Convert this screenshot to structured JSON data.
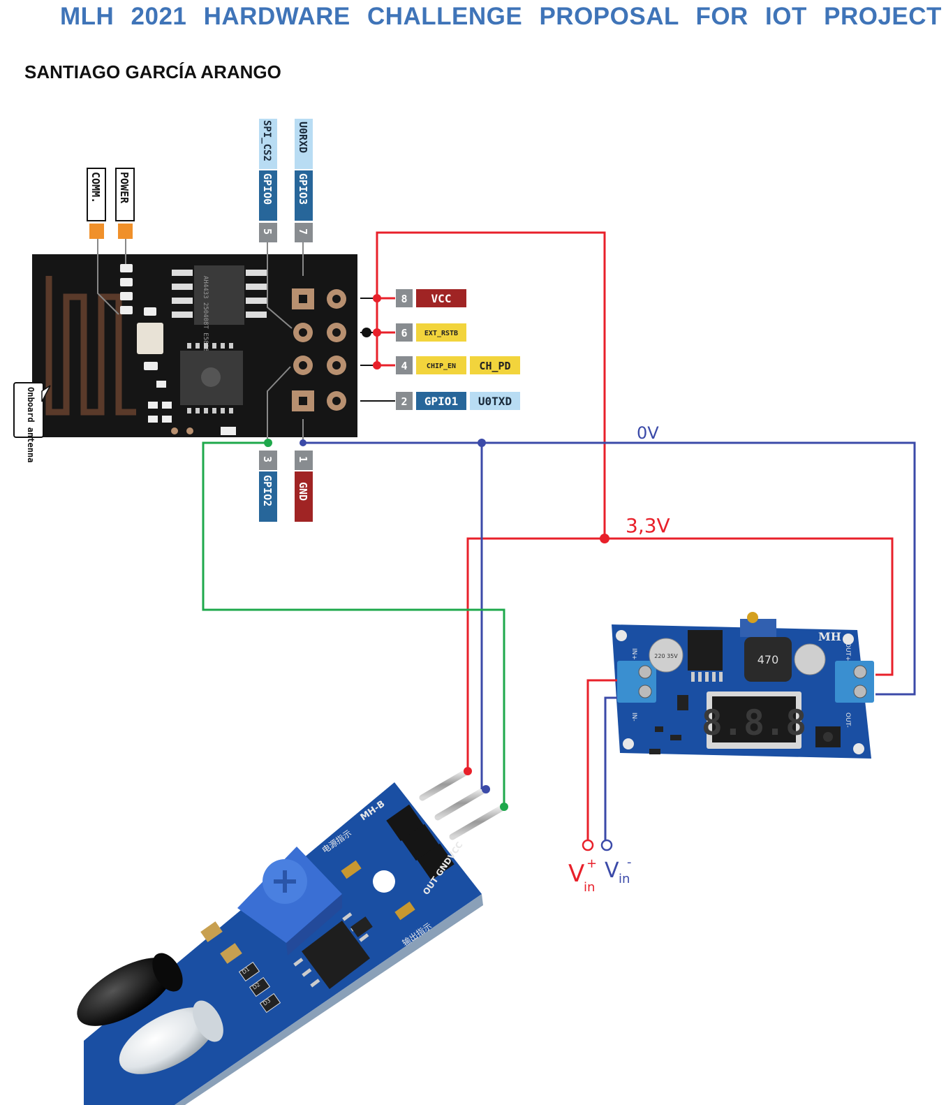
{
  "header": {
    "title": "MLH 2021 HARDWARE CHALLENGE PROPOSAL FOR IOT PROJECT",
    "author": "SANTIAGO GARCÍA ARANGO"
  },
  "esp01": {
    "top_labels": {
      "comm": "COMM.",
      "power": "POWER",
      "spi_cs2": "SPI_CS2",
      "gpio0": "GPIO0",
      "u0rxd": "U0RXD",
      "gpio3": "GPIO3"
    },
    "pin_numbers": {
      "p1": "1",
      "p2": "2",
      "p3": "3",
      "p4": "4",
      "p5": "5",
      "p6": "6",
      "p7": "7",
      "p8": "8"
    },
    "right_labels": {
      "vcc": "VCC",
      "ext_rstb": "EXT_RSTB",
      "chip_en": "CHIP_EN",
      "ch_pd": "CH_PD",
      "gpio1": "GPIO1",
      "u0txd": "U0TXD"
    },
    "bottom_labels": {
      "gpio2": "GPIO2",
      "gnd": "GND"
    },
    "antenna_label": "Onboard antenna",
    "chip_marking": "AH4433 250408T E5808"
  },
  "wire_labels": {
    "zero_volt": "0V",
    "three_three_volt": "3,3V"
  },
  "regulator": {
    "brand": "MH",
    "display": "8.8.8",
    "inductor": "470",
    "cap": "220 35V",
    "in_plus": "IN+",
    "in_minus": "IN-",
    "out_plus": "OUT+",
    "out_minus": "OUT-"
  },
  "input": {
    "vin_plus": "V",
    "vin_plus_sup": "+",
    "vin_plus_sub": "in",
    "vin_minus": "V",
    "vin_minus_sup": "-",
    "vin_minus_sub": "in"
  },
  "ir_sensor": {
    "model": "MH-B",
    "header_label": "OUT GNDVCC",
    "power_led": "电源指示",
    "out_led": "输出指示",
    "r1": "D1",
    "r2": "D2",
    "r3": "D3"
  },
  "colors": {
    "title": "#3f74b8",
    "red_wire": "#e8202a",
    "blue_wire": "#3b4aa8",
    "green_wire": "#1ea84b",
    "pin_grey": "#888c90",
    "pin_blue": "#27669a",
    "pin_lightblue": "#b8dcf3",
    "pin_red": "#a02424",
    "pin_yellow": "#f2d43c",
    "led_orange": "#f0902a",
    "pcb_black": "#151515",
    "pcb_blue": "#1a4fa3"
  }
}
